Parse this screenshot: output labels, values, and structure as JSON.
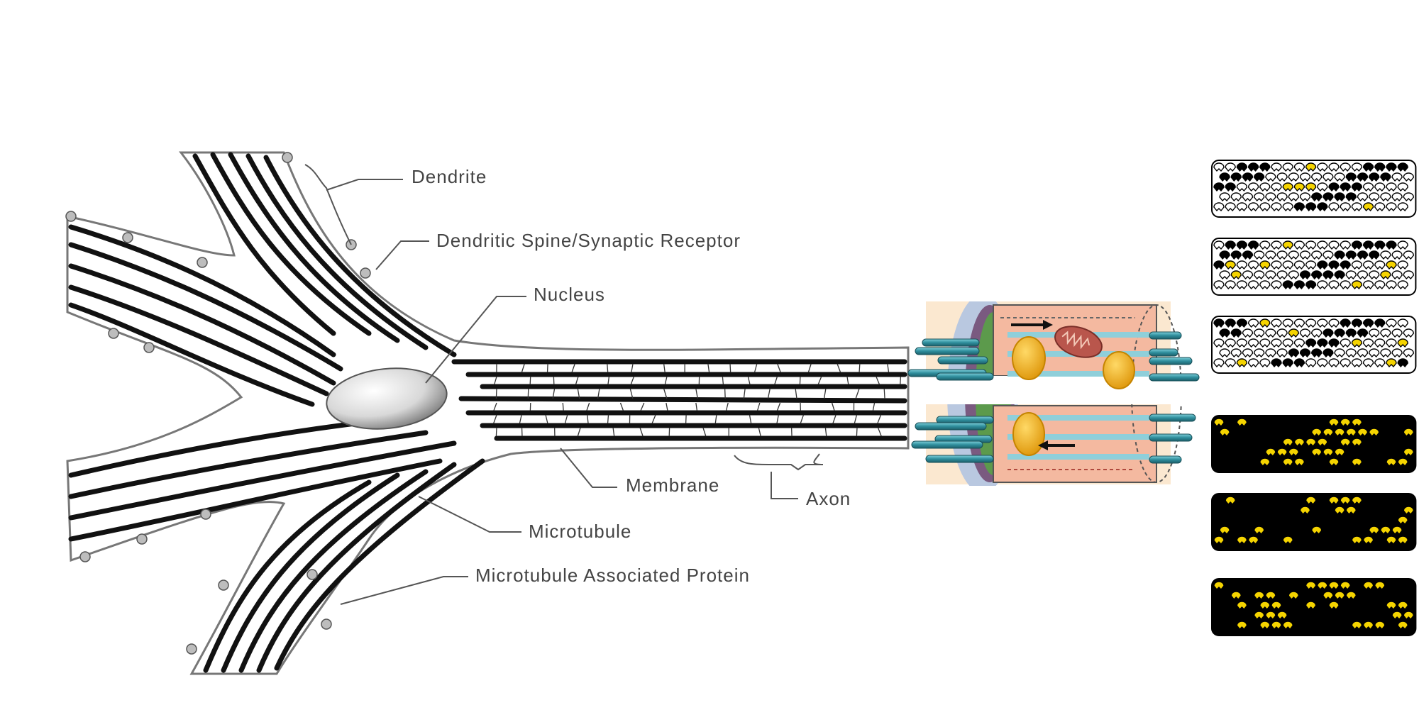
{
  "figure": {
    "title": "Neuron cytoskeleton: microtubules in dendrites and axon",
    "labels": {
      "dendrite": "Dendrite",
      "dendritic_spine": "Dendritic Spine/Synaptic Receptor",
      "nucleus": "Nucleus",
      "membrane": "Membrane",
      "axon": "Axon",
      "microtubule": "Microtubule",
      "map": "Microtubule Associated Protein"
    }
  },
  "axon_inset": {
    "description": "Cut-away axon segment showing microtubules with vesicles and mitochondrion transported along them",
    "transport_arrows": [
      "anterograde",
      "retrograde"
    ],
    "colors": {
      "microtubule": "#2f8f9d",
      "cytoplasm": "#f4b9a0",
      "membrane_outer": "#b9c8e0",
      "membrane_inner": "#5c9a4c",
      "vesicle": "#f2b82a",
      "mitochondrion": "#b9564c"
    }
  },
  "microtubule_lattices": {
    "description": "Microtubule lattice states showing tubulin dimer patterns",
    "colors": {
      "white": "#ffffff",
      "black": "#000000",
      "yellow": "#f5d400"
    },
    "rows": [
      {
        "name": "lattice-1",
        "style": "white-dominant"
      },
      {
        "name": "lattice-2",
        "style": "white-dominant"
      },
      {
        "name": "lattice-3",
        "style": "white-dominant"
      },
      {
        "name": "lattice-4",
        "style": "black-yellow"
      },
      {
        "name": "lattice-5",
        "style": "black-yellow"
      },
      {
        "name": "lattice-6",
        "style": "black-yellow"
      }
    ]
  }
}
